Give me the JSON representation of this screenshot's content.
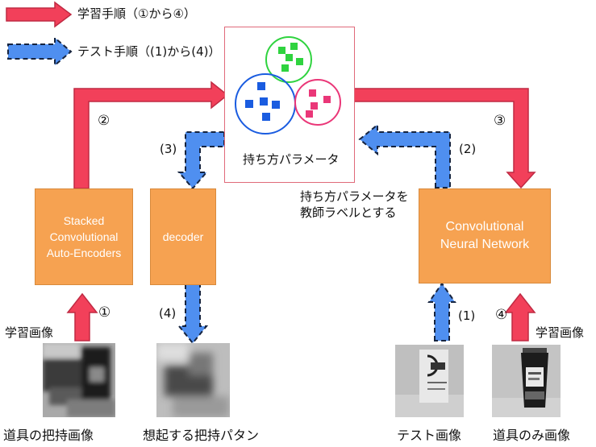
{
  "legend": {
    "train_label": "学習手順（①から④）",
    "test_label": "テスト手順（(1)から(4)）"
  },
  "params": {
    "label": "持ち方パラメータ"
  },
  "teacher_label": {
    "line1": "持ち方パラメータを",
    "line2": "教師ラベルとする"
  },
  "boxes": {
    "scae": [
      "Stacked",
      "Convolutional",
      "Auto-Encoders"
    ],
    "decoder": "decoder",
    "cnn": [
      "Convolutional",
      "Neural Network"
    ]
  },
  "steps": {
    "train": [
      "①",
      "②",
      "③",
      "④"
    ],
    "test": [
      "(1)",
      "(2)",
      "(3)",
      "(4)"
    ]
  },
  "side_labels": {
    "learn_image_left": "学習画像",
    "learn_image_right": "学習画像"
  },
  "captions": {
    "grasp_image": "道具の把持画像",
    "recalled_pattern": "想起する把持パタン",
    "test_image": "テスト画像",
    "tool_only_image": "道具のみ画像"
  },
  "colors": {
    "train_arrow": "#f2405a",
    "test_arrow": "#4f8ff0",
    "box": "#f6a251",
    "cluster_green": "#2fd33f",
    "cluster_blue": "#1a5ce0",
    "cluster_pink": "#ea3778"
  }
}
